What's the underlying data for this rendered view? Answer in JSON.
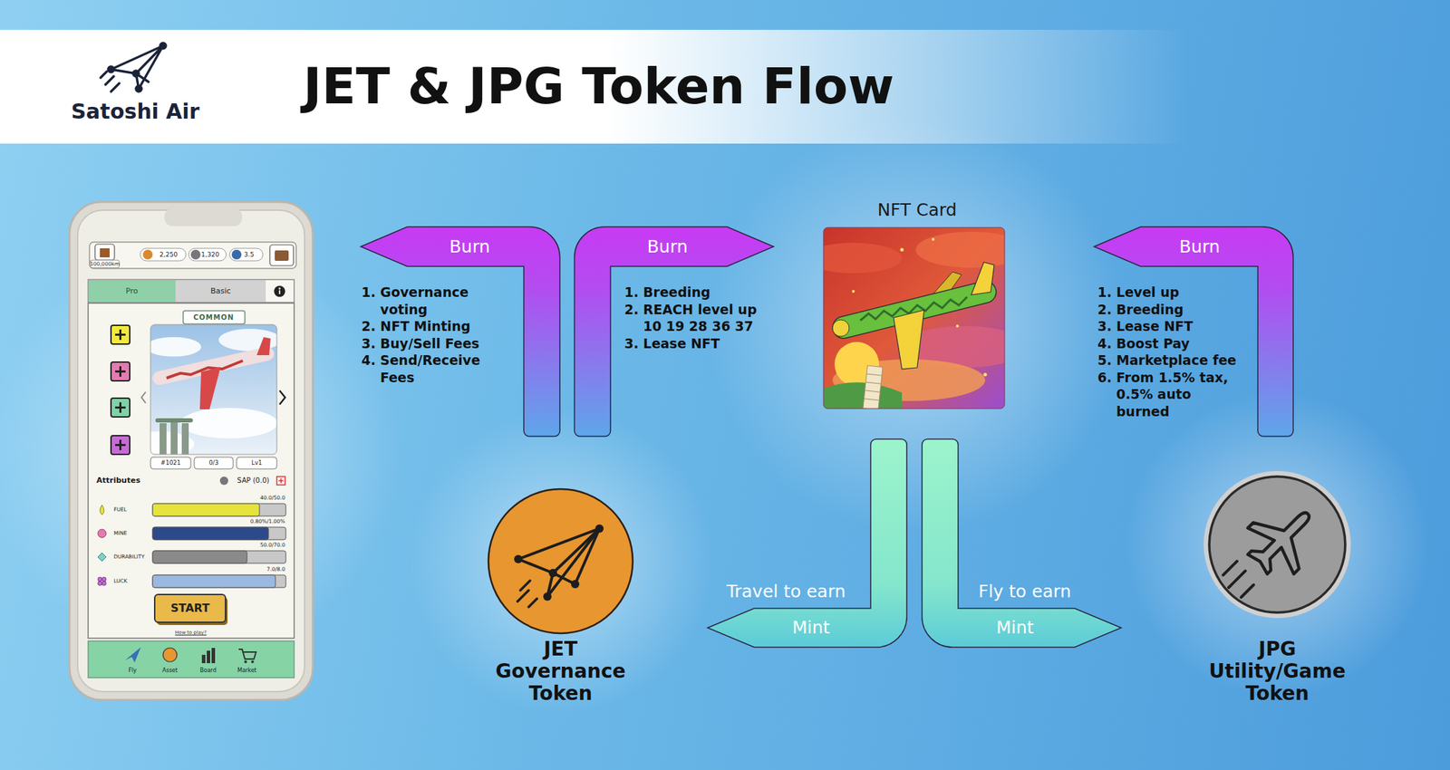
{
  "diagram": {
    "title": "JET & JPG Token Flow",
    "nodes": [
      {
        "text": [
          "Burn"
        ]
      },
      {
        "text": [
          "Burn"
        ]
      },
      {
        "text": [
          "NFT Card"
        ]
      },
      {
        "text": [
          "Burn"
        ]
      },
      {
        "text": [
          "JET Governance Token"
        ]
      },
      {
        "text": [
          "Travel to earn",
          "Mint"
        ]
      },
      {
        "text": [
          "Fly to earn",
          "Mint"
        ]
      },
      {
        "text": [
          "JPG Utility/Game Token"
        ]
      }
    ],
    "labels": [
      "Satoshi Air",
      "100,000km",
      "2,250",
      "1,320",
      "3.5",
      "Pro",
      "Basic",
      "COMMON",
      "#1021",
      "0/3",
      "Lv1",
      "Attributes",
      "SAP (0.0)",
      "40.0/50.0",
      "FUEL",
      "0.80%/1.00%",
      "MINE",
      "50.0/70.0",
      "DURABILITY",
      "7.0/8.0",
      "LUCK",
      "START",
      "How to play?",
      "Fly",
      "Asset",
      "Board",
      "Market",
      "1. Governance voting",
      "2. NFT Minting",
      "3. Buy/Sell Fees",
      "4. Send/Receive Fees",
      "1. Breeding",
      "2. REACH level up 10 19 28 36 37",
      "3. Lease NFT",
      "1. Level up",
      "2. Breeding",
      "3. Lease NFT",
      "4. Boost Pay",
      "5. Marketplace fee",
      "6. From 1.5% tax, 0.5% auto burned"
    ]
  }
}
